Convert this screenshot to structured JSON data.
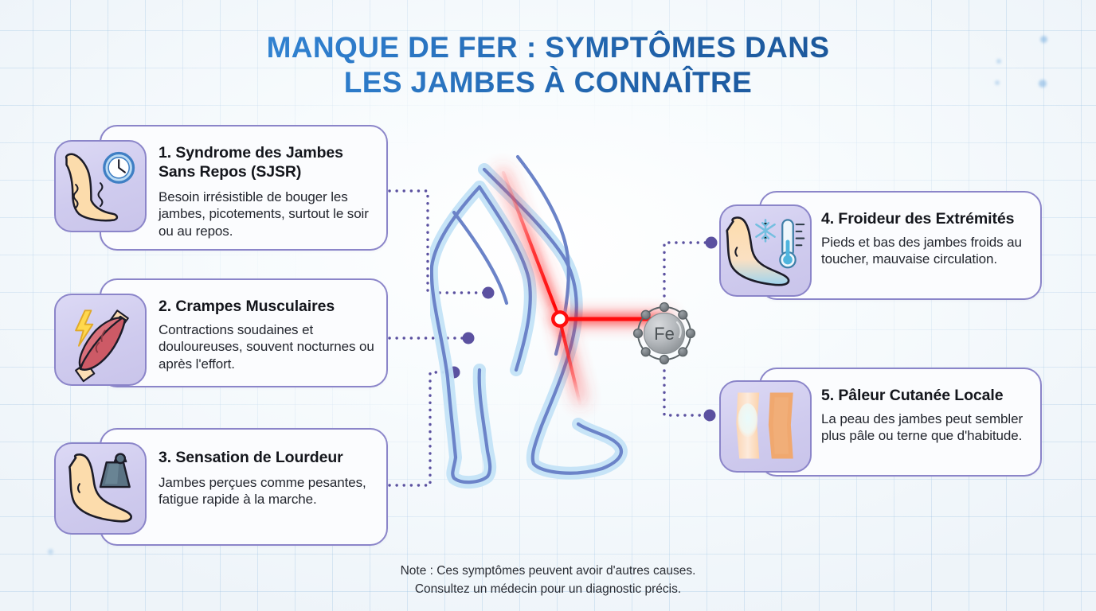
{
  "title": {
    "line1": "MANQUE DE FER : SYMPTÔMES DANS",
    "line2": "LES JAMBES À CONNAÎTRE",
    "gradient_from": "#4094dd",
    "gradient_to": "#174c89"
  },
  "center": {
    "element_symbol": "Fe",
    "pain_marker_color": "#ff1a1a",
    "leg_outline_color": "#6b83c8",
    "leg_glow_color": "#bfe0f5"
  },
  "cards": [
    {
      "number": "1.",
      "title": "1. Syndrome des Jambes Sans Repos (SJSR)",
      "title_line1": "1. Syndrome des Jambes",
      "title_line2": "Sans Repos (SJSR)",
      "body": "Besoin irrésistible de bouger les jambes, picotements, surtout le soir ou au repos.",
      "icon": "leg-with-clock-icon"
    },
    {
      "number": "2.",
      "title": "2. Crampes Musculaires",
      "title_line1": "2. Crampes Musculaires",
      "title_line2": "",
      "body": "Contractions soudaines et douloureuses, souvent nocturnes ou après l'effort.",
      "icon": "muscle-with-lightning-icon"
    },
    {
      "number": "3.",
      "title": "3. Sensation de Lourdeur",
      "title_line1": "3. Sensation de Lourdeur",
      "title_line2": "",
      "body": " Jambes perçues comme pesantes, fatigue rapide à la marche.",
      "icon": "foot-with-weight-icon"
    },
    {
      "number": "4.",
      "title": "4. Froideur des Extrémités",
      "title_line1": "4. Froideur des Extrémités",
      "title_line2": "",
      "body": "Pieds et bas des jambes froids au toucher, mauvaise circulation.",
      "icon": "cold-foot-thermometer-icon"
    },
    {
      "number": "5.",
      "title": "5. Pâleur Cutanée Locale",
      "title_line1": "5. Pâleur Cutanée Locale",
      "title_line2": "",
      "body": "La peau des jambes peut sembler plus pâle ou terne que d'habitude.",
      "icon": "pale-skin-comparison-icon"
    }
  ],
  "footnote": {
    "line1": "Note : Ces symptômes peuvent avoir d'autres causes.",
    "line2": "Consultez un médecin pour un diagnostic précis."
  },
  "palette": {
    "card_border": "#8b85c9",
    "icon_tile_bg": "#cfcbee",
    "connector": "#5b51a0",
    "skin": "#fcdcac",
    "muscle": "#c9545f",
    "background": "#f4f8fb"
  }
}
